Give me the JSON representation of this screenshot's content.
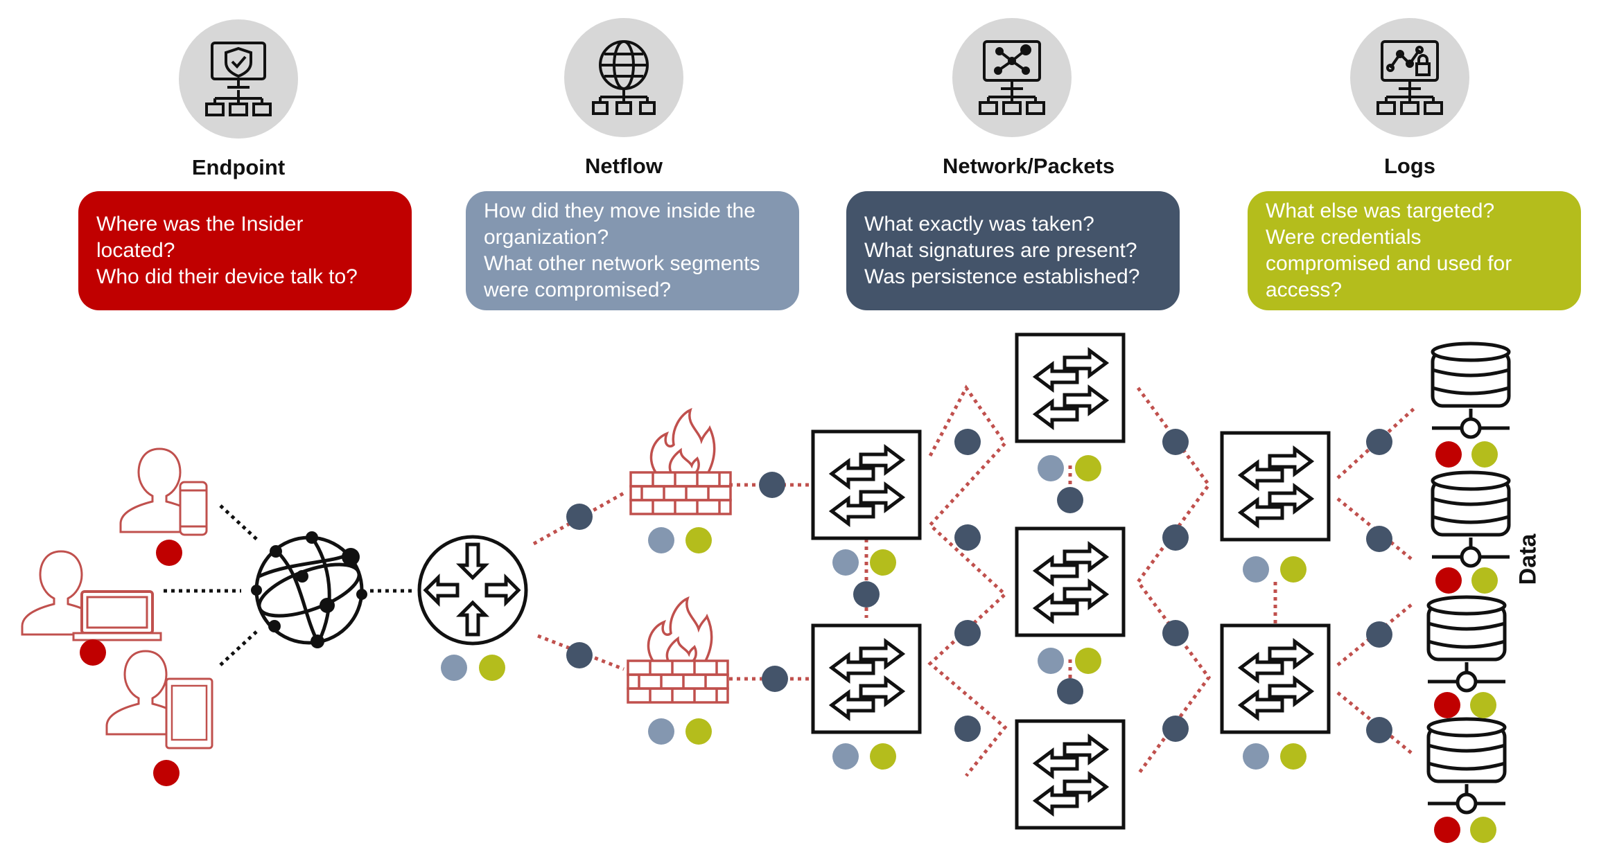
{
  "categories": [
    {
      "key": "endpoint",
      "title": "Endpoint",
      "icon": "shield-monitor-icon"
    },
    {
      "key": "netflow",
      "title": "Netflow",
      "icon": "globe-network-icon"
    },
    {
      "key": "network_packets",
      "title": "Network/Packets",
      "icon": "node-graph-monitor-icon"
    },
    {
      "key": "logs",
      "title": "Logs",
      "icon": "chart-lock-monitor-icon"
    }
  ],
  "questions": {
    "endpoint": [
      "Where was the Insider",
      "located?",
      "Who did their device talk to?"
    ],
    "netflow": [
      "How did they move inside the",
      "organization?",
      "What other network segments",
      "were compromised?"
    ],
    "network_packets": [
      "What exactly was taken?",
      "What signatures are present?",
      "Was persistence established?"
    ],
    "logs": [
      "What else was targeted?",
      "Were credentials",
      "compromised and used for",
      "access?"
    ]
  },
  "data_label": "Data",
  "colors": {
    "endpoint": "#c00000",
    "netflow": "#8497b0",
    "network_packets": "#44546a",
    "logs": "#b4bd1c",
    "icon_circle": "#d7d7d7",
    "link_red": "#c0504d"
  },
  "diagram_icons": [
    "user-phone-icon",
    "user-laptop-icon",
    "user-tablet-icon",
    "internet-globe-icon",
    "router-icon",
    "firewall-icon",
    "switch-icon",
    "database-icon"
  ]
}
